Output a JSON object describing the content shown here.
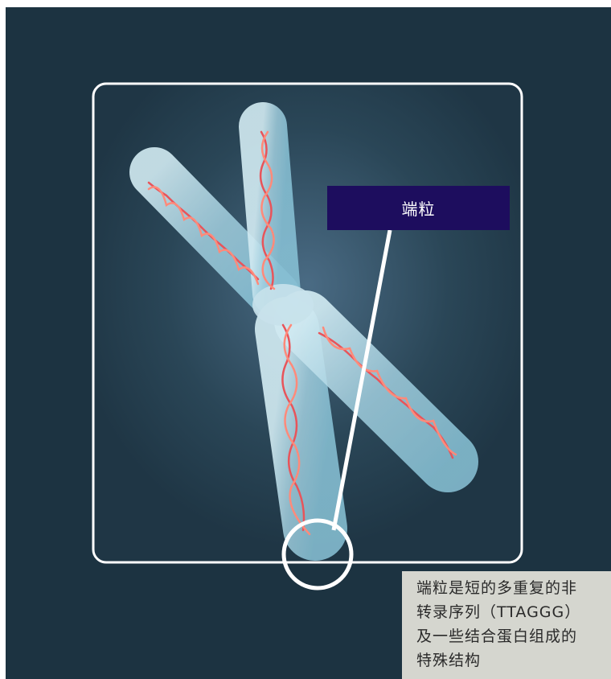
{
  "figure": {
    "label": "端粒",
    "caption_lines": [
      "端粒是短的多重复的非",
      "转录序列（TTAGGG）",
      "及一些结合蛋白组成的",
      "特殊结构"
    ]
  },
  "colors": {
    "background": "#1c3341",
    "label_box": "#1d0d5e",
    "caption_box": "#d5d6cf",
    "chromosome": "#bfe4f0",
    "dna": "#e8545a"
  }
}
